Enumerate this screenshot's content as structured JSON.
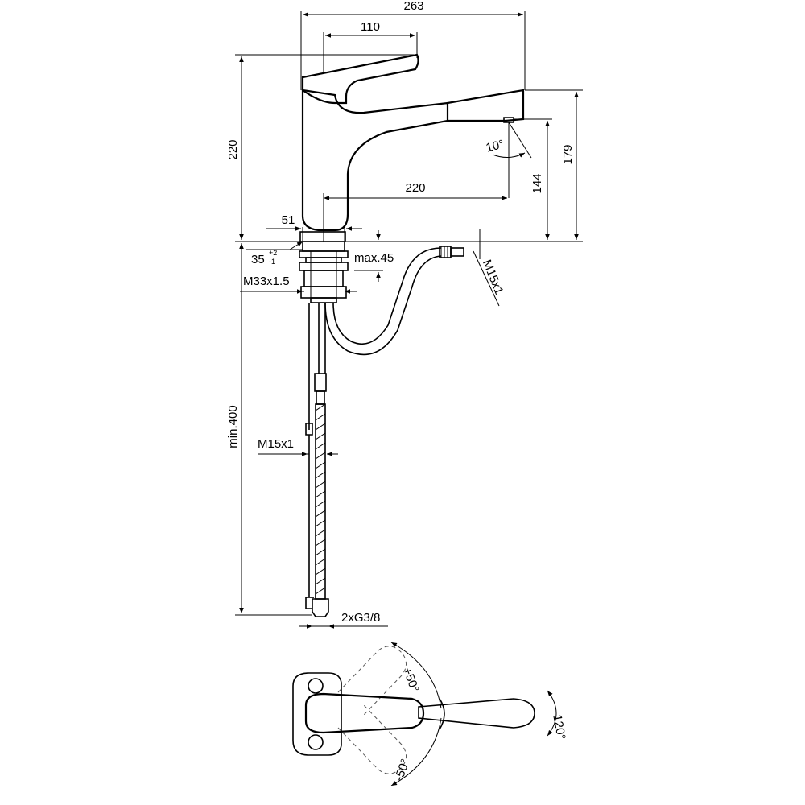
{
  "dims": {
    "overall_width": "263",
    "handle_offset": "110",
    "total_height": "220",
    "spout_reach": "220",
    "base_offset": "51",
    "spout_height": "179",
    "outlet_height": "144",
    "spout_angle": "10°",
    "hole_diameter": "35",
    "hole_tol_upper": "+2",
    "hole_tol_lower": "-1",
    "deck_thickness": "max.45",
    "thread_mount": "M33x1.5",
    "hose_thread_spout": "M15x1",
    "hose_thread_feed": "M15x1",
    "min_hose_length": "min.400",
    "connections": "2xG3/8"
  },
  "rotation": {
    "handle_plus": "+50°",
    "handle_minus": "-50°",
    "spout_swivel": "120°"
  }
}
